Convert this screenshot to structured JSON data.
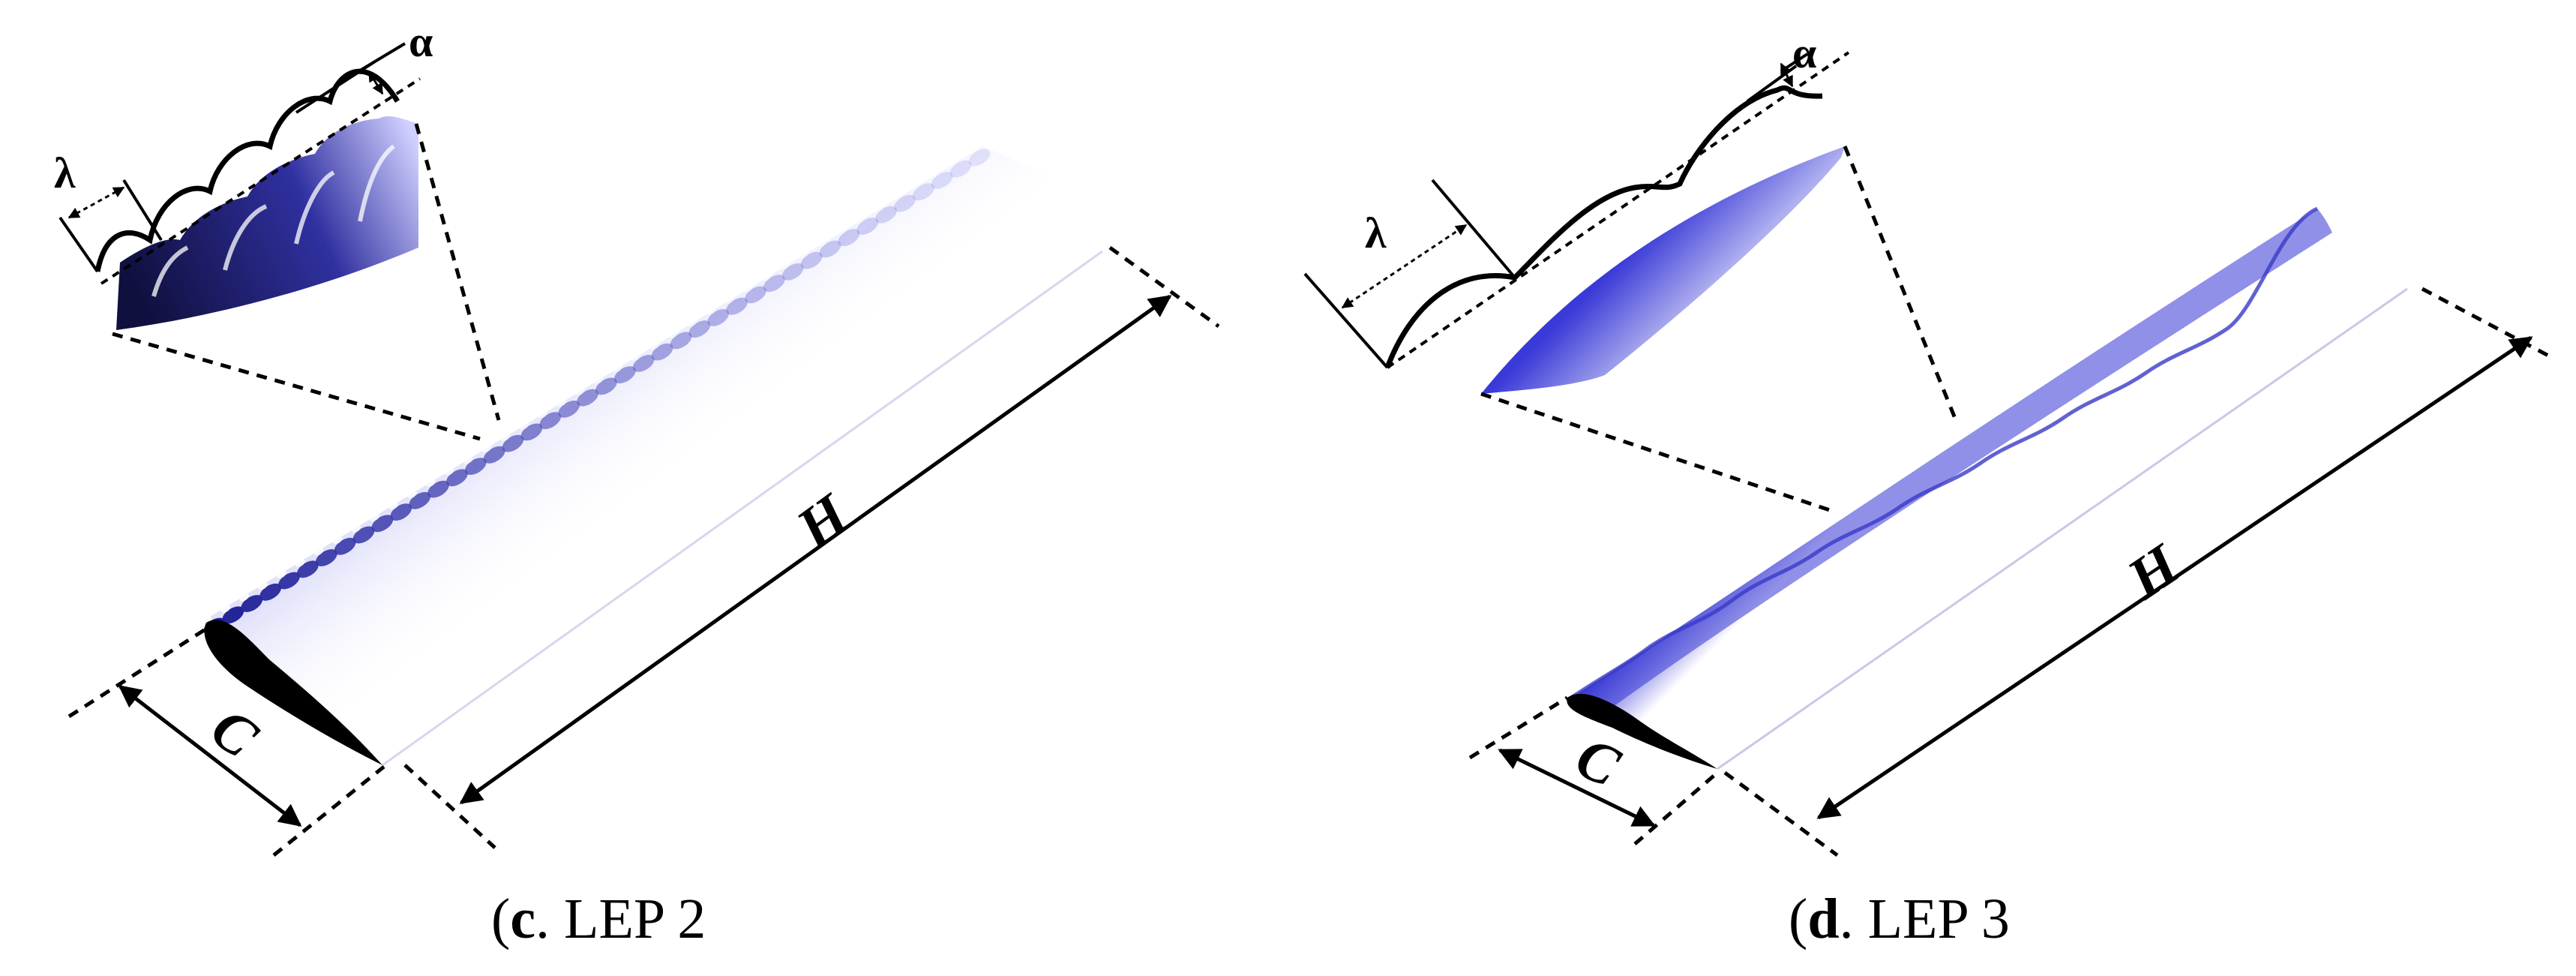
{
  "panels": [
    {
      "id": "c",
      "caption_letter": "c",
      "caption_text": ". LEP 2",
      "labels": {
        "wavelength": "λ",
        "amplitude": "α",
        "chord": "C",
        "span": "H"
      }
    },
    {
      "id": "d",
      "caption_letter": "d",
      "caption_text": ". LEP 3",
      "labels": {
        "wavelength": "λ",
        "amplitude": "α",
        "chord": "C",
        "span": "H"
      }
    }
  ],
  "colors": {
    "ink": "#000000",
    "surface_shade": "#3a3ad8",
    "surface_light": "#ffffff"
  }
}
